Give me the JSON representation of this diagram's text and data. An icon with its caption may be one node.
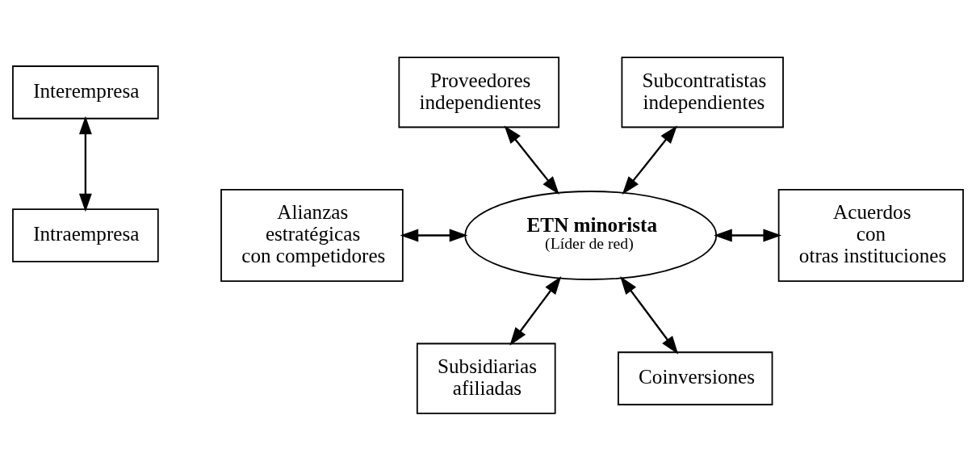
{
  "diagram": {
    "nodes": [
      {
        "text": [
          "Interempresa"
        ]
      },
      {
        "text": [
          "Proveedores independientes"
        ]
      },
      {
        "text": [
          "Subcontratistas independientes"
        ]
      },
      {
        "text": [
          "Alianzas estratégicas con competidores"
        ]
      },
      {
        "text": [
          "ETN minorista",
          "(Líder de red)"
        ]
      },
      {
        "text": [
          "Acuerdos con otras instituciones"
        ]
      },
      {
        "text": [
          "Subsidiarias afiliadas"
        ]
      },
      {
        "text": [
          "Coinversiones"
        ]
      },
      {
        "text": [
          "Intraempresa"
        ]
      }
    ],
    "edges": [
      {
        "from": 0,
        "to": 8,
        "arrow": "both"
      },
      {
        "from": 1,
        "to": 4,
        "arrow": "both"
      },
      {
        "from": 2,
        "to": 4,
        "arrow": "both"
      },
      {
        "from": 3,
        "to": 4,
        "arrow": "both"
      },
      {
        "from": 4,
        "to": 5,
        "arrow": "both"
      },
      {
        "from": 4,
        "to": 6,
        "arrow": "both"
      },
      {
        "from": 4,
        "to": 7,
        "arrow": "both"
      }
    ]
  }
}
